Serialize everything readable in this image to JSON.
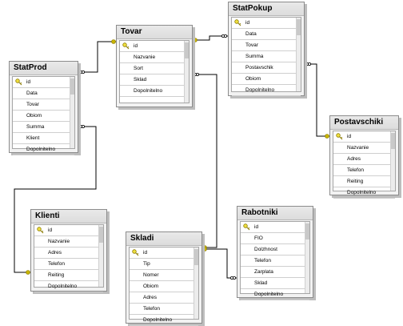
{
  "colors": {
    "line": "#000000",
    "key_end": "#c8b400",
    "key_fill": "#f0e040",
    "key_stroke": "#8a7a00"
  },
  "tables": [
    {
      "id": "statprod",
      "title": "StatProd",
      "fields": [
        "id",
        "Data",
        "Tovar",
        "Obiom",
        "Summa",
        "Klient",
        "Dopolnitelno"
      ]
    },
    {
      "id": "tovar",
      "title": "Tovar",
      "fields": [
        "id",
        "Nazvanie",
        "Sort",
        "Sklad",
        "Dopolnitelno"
      ]
    },
    {
      "id": "statpokup",
      "title": "StatPokup",
      "fields": [
        "id",
        "Data",
        "Tovar",
        "Summa",
        "Postavschik",
        "Obiom",
        "Dopolnitelno"
      ]
    },
    {
      "id": "postavschiki",
      "title": "Postavschiki",
      "fields": [
        "id",
        "Nazvanie",
        "Adres",
        "Telefon",
        "Reiting",
        "Dopolnitelno"
      ]
    },
    {
      "id": "klienti",
      "title": "Klienti",
      "fields": [
        "id",
        "Nazvanie",
        "Adres",
        "Telefon",
        "Reiting",
        "Dopolnitelno"
      ]
    },
    {
      "id": "skladi",
      "title": "Skladi",
      "fields": [
        "id",
        "Tip",
        "Nomer",
        "Obiom",
        "Adres",
        "Telefon",
        "Dopolnitelno"
      ]
    },
    {
      "id": "rabotniki",
      "title": "Rabotniki",
      "fields": [
        "id",
        "FIO",
        "Dolzhnost",
        "Telefon",
        "Zarplata",
        "Sklad",
        "Dopolnitelno"
      ]
    }
  ]
}
